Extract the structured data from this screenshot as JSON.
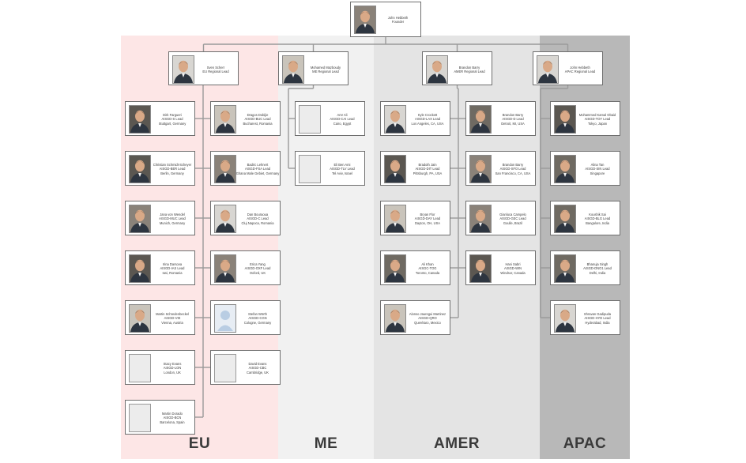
{
  "colors": {
    "eu_bg": "#fde6e6",
    "me_bg": "#f1f1f1",
    "amer_bg": "#e4e4e4",
    "apac_bg": "#b8b8b8",
    "connector": "#9a9a9a",
    "card_border": "#6f6f6f"
  },
  "founder": {
    "name": "John Hebbeth",
    "title": "Founder"
  },
  "regions": [
    {
      "id": "eu",
      "label": "EU",
      "lead": {
        "name": "Sven Scherr",
        "title": "EU Regional Lead"
      }
    },
    {
      "id": "me",
      "label": "ME",
      "lead": {
        "name": "Mohamed Mazboudy",
        "title": "ME Regional Lead"
      }
    },
    {
      "id": "amer",
      "label": "AMER",
      "lead": {
        "name": "Brandon Barry",
        "title": "AMER Regional Lead"
      }
    },
    {
      "id": "apac",
      "label": "APAC",
      "lead": {
        "name": "John Hebbeth",
        "title": "APAC Regional Lead"
      }
    }
  ],
  "eu_col1": [
    {
      "name": "Dirk Fargueri",
      "title": "AISGD-S Lead",
      "location": "Stuttgart, Germany",
      "photo": "photo"
    },
    {
      "name": "Christian Schmidt-Scheyer",
      "title": "AISGD-BER Lead",
      "location": "Berlin, Germany",
      "photo": "photo"
    },
    {
      "name": "Jana von Wendel",
      "title": "AISGD-MUC Lead",
      "location": "Munich, Germany",
      "photo": "photo"
    },
    {
      "name": "Irina Darsova",
      "title": "AISGD-IAS Lead",
      "location": "Iasi, Romania",
      "photo": "photo"
    },
    {
      "name": "Martin Schredenbeckel",
      "title": "AISGD-VIE",
      "location": "Vienna, Austria",
      "photo": "photo"
    },
    {
      "name": "Stacy Evans",
      "title": "AISGD-LON",
      "location": "London, UK",
      "photo": "blank"
    },
    {
      "name": "Martin Dorado",
      "title": "AISGD-BCN",
      "location": "Barcelona, Spain",
      "photo": "blank"
    }
  ],
  "eu_col2": [
    {
      "name": "Dragos Dobijie",
      "title": "AISGD-BUC Lead",
      "location": "Bucharest, Romania",
      "photo": "photo"
    },
    {
      "name": "Badric Lehnert",
      "title": "AISGD-FSA Lead",
      "location": "Ghana Male Gebiet, Germany",
      "photo": "photo"
    },
    {
      "name": "Dan Bouraoua",
      "title": "AISGD-C Lead",
      "location": "Cluj Napoca, Romania",
      "photo": "photo"
    },
    {
      "name": "Erica Yang",
      "title": "AISGD-OXF Lead",
      "location": "Oxford, UK",
      "photo": "photo"
    },
    {
      "name": "Stefan Wörth",
      "title": "AISGD-CGN",
      "location": "Cologne, Germany",
      "photo": "avatar"
    },
    {
      "name": "David Evans",
      "title": "AISGD-CBC",
      "location": "Cambridge, UK",
      "photo": "blank"
    }
  ],
  "me_col": [
    {
      "name": "Amr Ali",
      "title": "AISGD-CAI Lead",
      "location": "Cairo, Egypt",
      "photo": "blank"
    },
    {
      "name": "Eli Ben Ami",
      "title": "AISGD-TLV Lead",
      "location": "Tel Aviv, Israel",
      "photo": "blank"
    }
  ],
  "amer_col1": [
    {
      "name": "Kyle Crockett",
      "title": "AISGD-LAX Lead",
      "location": "Los Angeles, CA, USA",
      "photo": "photo"
    },
    {
      "name": "Bradoth Jain",
      "title": "AISGD-DIT Lead",
      "location": "Pittsburgh, PA, USA",
      "photo": "photo"
    },
    {
      "name": "Bryan Flor",
      "title": "AISGD-DAY Lead",
      "location": "Dayton, OH, USA",
      "photo": "photo"
    },
    {
      "name": "Ali Khan",
      "title": "AISGC-TOG",
      "location": "Toronto, Canada",
      "photo": "photo"
    },
    {
      "name": "Alonso Jauregui Martinez",
      "title": "AISGD-QRO",
      "location": "Querétaro, Mexico",
      "photo": "photo"
    }
  ],
  "amer_col2": [
    {
      "name": "Brandon Barry",
      "title": "AISGD-D Lead",
      "location": "Detroit, MI, USA",
      "photo": "photo"
    },
    {
      "name": "Brandon Barry",
      "title": "AISGD-SFO Lead",
      "location": "San Francisco, CA, USA",
      "photo": "photo"
    },
    {
      "name": "Gianluca Campelo",
      "title": "AISGD-GEC Lead",
      "location": "Goulle, Brazil",
      "photo": "photo"
    },
    {
      "name": "Hani Sabri",
      "title": "AISGD-WIN",
      "location": "Windsor, Canada",
      "photo": "photo"
    }
  ],
  "apac_col": [
    {
      "name": "Mohammed Kamal Obaid",
      "title": "AISGD-TOY Lead",
      "location": "Tokyo, Japan",
      "photo": "photo"
    },
    {
      "name": "Alina Tan",
      "title": "AISGD-SIN Lead",
      "location": "Singapore",
      "photo": "photo"
    },
    {
      "name": "Koushik Sai",
      "title": "AISGD-BLG Lead",
      "location": "Bangalore, India",
      "photo": "photo"
    },
    {
      "name": "Bhanuja Singh",
      "title": "AISGD-DNO1 Lead",
      "location": "Delhi, India",
      "photo": "photo"
    },
    {
      "name": "Shravan Gadipuda",
      "title": "AISGD-HYD Lead",
      "location": "Hyderabad, India",
      "photo": "photo"
    }
  ]
}
